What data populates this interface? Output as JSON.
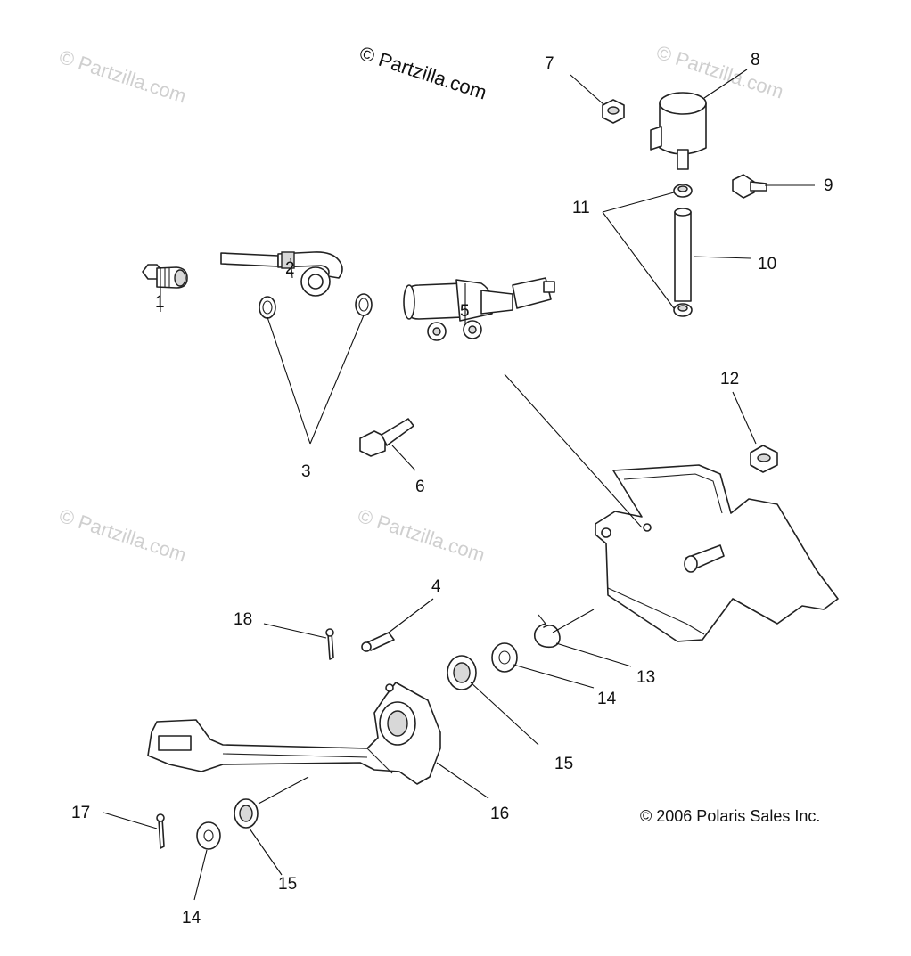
{
  "watermark": {
    "main_text": "© Partzilla.com",
    "faint_text": "© Partzilla.com"
  },
  "copyright": "© 2006 Polaris Sales Inc.",
  "callouts": [
    "1",
    "2",
    "3",
    "4",
    "5",
    "6",
    "7",
    "8",
    "9",
    "10",
    "11",
    "12",
    "13",
    "14",
    "15",
    "16",
    "17",
    "18",
    "14",
    "15"
  ],
  "parts": [
    {
      "ref": "1",
      "icon": "banjo-bolt-icon"
    },
    {
      "ref": "2",
      "icon": "brake-line-icon"
    },
    {
      "ref": "3",
      "icon": "sealing-washer-icon"
    },
    {
      "ref": "4",
      "icon": "clevis-pin-icon"
    },
    {
      "ref": "5",
      "icon": "master-cylinder-icon"
    },
    {
      "ref": "6",
      "icon": "bolt-icon"
    },
    {
      "ref": "7",
      "icon": "nut-icon"
    },
    {
      "ref": "8",
      "icon": "reservoir-icon"
    },
    {
      "ref": "9",
      "icon": "screw-icon"
    },
    {
      "ref": "10",
      "icon": "hose-icon"
    },
    {
      "ref": "11",
      "icon": "hose-clamp-icon"
    },
    {
      "ref": "12",
      "icon": "nut-icon"
    },
    {
      "ref": "13",
      "icon": "spring-icon"
    },
    {
      "ref": "14",
      "icon": "washer-icon"
    },
    {
      "ref": "15",
      "icon": "bushing-icon"
    },
    {
      "ref": "16",
      "icon": "brake-pedal-icon"
    },
    {
      "ref": "17",
      "icon": "cotter-pin-icon"
    },
    {
      "ref": "18",
      "icon": "cotter-pin-icon"
    }
  ]
}
